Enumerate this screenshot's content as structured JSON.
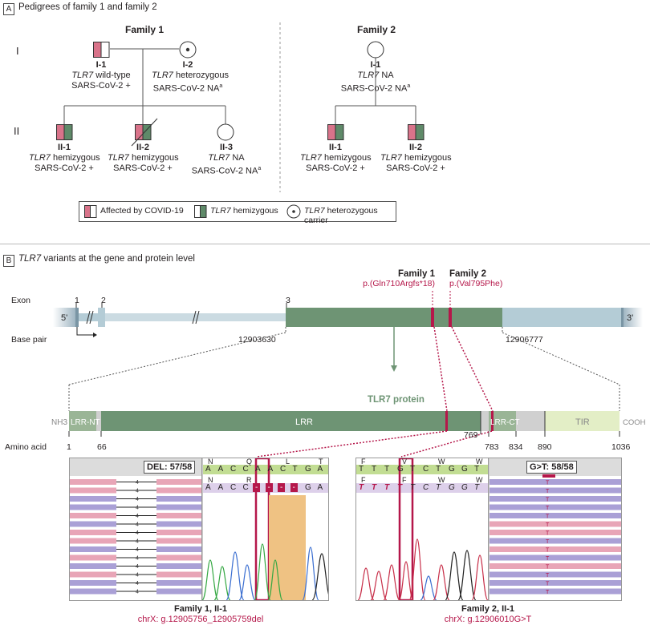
{
  "panel_a": {
    "tag": "A",
    "title": "Pedigrees of family 1 and family 2",
    "generations": [
      "I",
      "II"
    ],
    "family1": {
      "title": "Family 1",
      "members": [
        {
          "id": "I-1",
          "gene_prefix": "TLR7",
          "gene_status": " wild-type",
          "sars": "SARS-CoV-2 +"
        },
        {
          "id": "I-2",
          "gene_prefix": "TLR7",
          "gene_status": " heterozygous",
          "sars": "SARS-CoV-2 NA"
        },
        {
          "id": "II-1",
          "gene_prefix": "TLR7",
          "gene_status": " hemizygous",
          "sars": "SARS-CoV-2 +"
        },
        {
          "id": "II-2",
          "gene_prefix": "TLR7",
          "gene_status": " hemizygous",
          "sars": "SARS-CoV-2 +"
        },
        {
          "id": "II-3",
          "gene_prefix": "TLR7",
          "gene_status": " NA",
          "sars": "SARS-CoV-2 NA"
        }
      ]
    },
    "family2": {
      "title": "Family 2",
      "members": [
        {
          "id": "I-1",
          "gene_prefix": "TLR7",
          "gene_status": " NA",
          "sars": "SARS-CoV-2 NA"
        },
        {
          "id": "II-1",
          "gene_prefix": "TLR7",
          "gene_status": " hemizygous",
          "sars": "SARS-CoV-2 +"
        },
        {
          "id": "II-2",
          "gene_prefix": "TLR7",
          "gene_status": " hemizygous",
          "sars": "SARS-CoV-2 +"
        }
      ]
    },
    "footnote_mark": "a",
    "legend": {
      "affected": "Affected by COVID-19",
      "hemizygous_gene": "TLR7",
      "hemizygous": " hemizygous",
      "carrier_gene": "TLR7",
      "carrier": " heterozygous carrier"
    }
  },
  "panel_b": {
    "tag": "B",
    "title_gene": "TLR7",
    "title": " variants at the gene and protein level",
    "family1_label": "Family 1",
    "family1_variant": "p.(Gln710Argfs*18)",
    "family2_label": "Family 2",
    "family2_variant": "p.(Val795Phe)",
    "exon_label": "Exon",
    "exons": [
      "1",
      "2",
      "3"
    ],
    "five_prime": "5'",
    "three_prime": "3'",
    "basepair_label": "Base pair",
    "bp_start": "12903630",
    "bp_end": "12906777",
    "protein_label": "TLR7 protein",
    "domains": {
      "nh3": "NH3",
      "lrr_nt": "LRR-NT",
      "lrr": "LRR",
      "lrr_ct": "LRR-CT",
      "tir": "TIR",
      "cooh": "COOH"
    },
    "aa_label": "Amino acid",
    "aa_ticks": [
      "1",
      "66",
      "769",
      "783",
      "834",
      "890",
      "1036"
    ],
    "del_badge": "DEL: 57/58",
    "gt_badge": "G>T: 58/58",
    "left_seq_aa_top": [
      "N",
      "Q",
      "L",
      "T"
    ],
    "left_seq_ref": [
      "A",
      "A",
      "C",
      "C",
      "A",
      "A",
      "C",
      "T",
      "G",
      "A"
    ],
    "left_seq_aa_bottom": [
      "N",
      "R"
    ],
    "left_seq_alt": [
      "A",
      "A",
      "C",
      "C",
      "-",
      "-",
      "-",
      "-",
      "G",
      "A"
    ],
    "right_seq_aa_top": [
      "F",
      "V",
      "W",
      "W"
    ],
    "right_seq_ref": [
      "T",
      "T",
      "T",
      "G",
      "T",
      "C",
      "T",
      "G",
      "G",
      "T"
    ],
    "right_seq_aa_bottom": [
      "F",
      "F",
      "W",
      "W"
    ],
    "right_seq_alt": [
      "T",
      "T",
      "T",
      "T",
      "T",
      "C",
      "T",
      "G",
      "G",
      "T"
    ],
    "read_mark": "4",
    "read_mark_t": "T",
    "caption1_title": "Family 1, II-1",
    "caption1_variant": "chrX: g.12905756_12905759del",
    "caption2_title": "Family 2, II-1",
    "caption2_variant": "chrX: g.12906010G>T"
  },
  "colors": {
    "affected": "#d9738a",
    "hemi": "#5f8a69",
    "exon": "#6e9474",
    "utr": "#b4ccd6",
    "variant": "#b5174a"
  }
}
